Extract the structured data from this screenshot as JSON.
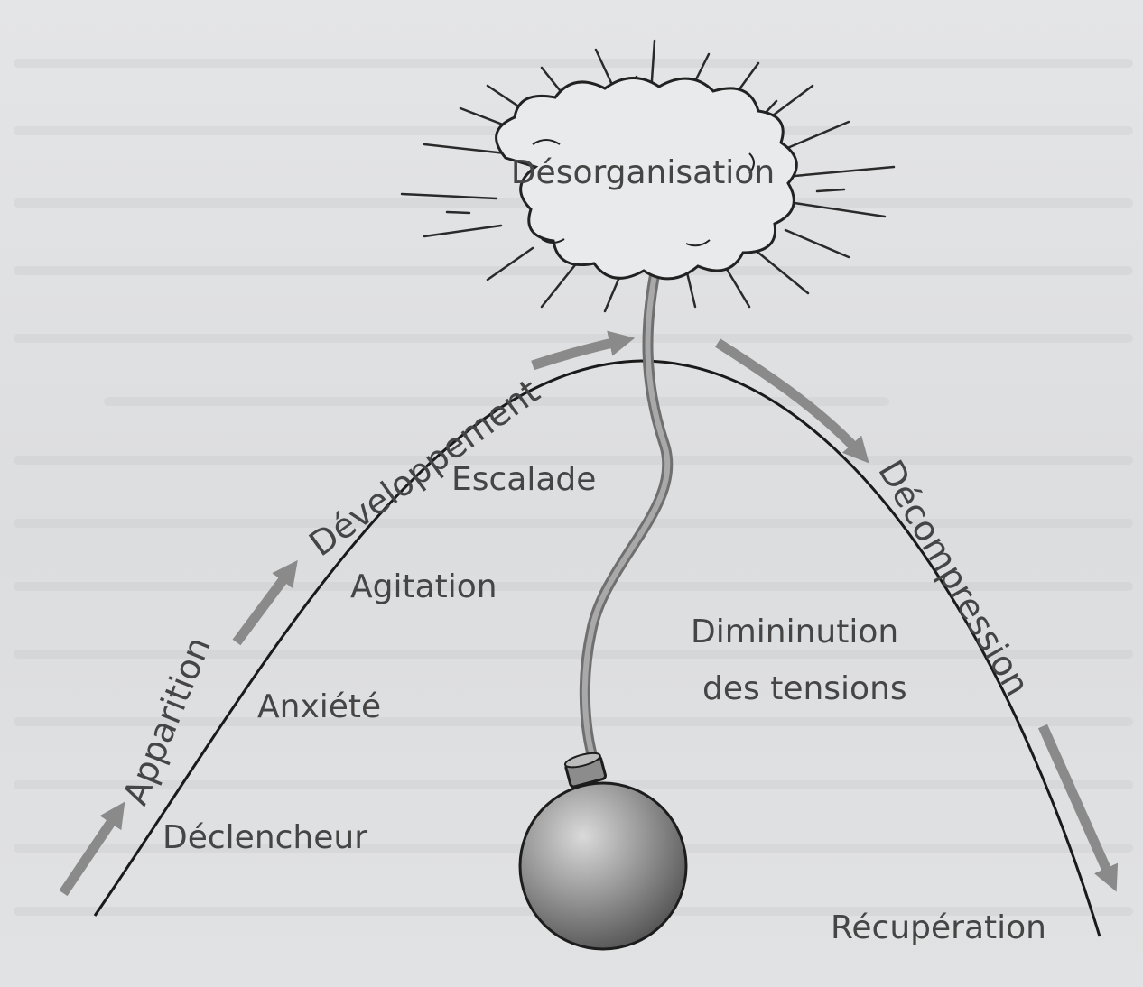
{
  "diagram": {
    "climax": "Désorganisation",
    "phases": {
      "rise_start": "Apparition",
      "rise": "Développement",
      "fall": "Décompression"
    },
    "stages": {
      "trigger": "Déclencheur",
      "anxiety": "Anxiété",
      "agitation": "Agitation",
      "escalation": "Escalade",
      "decrease_line1": "Dimininution",
      "decrease_line2": "des tensions",
      "recovery": "Récupération"
    },
    "icons": {
      "peak": "explosion-icon",
      "bomb": "bomb-icon",
      "arrows": "arrow-icon"
    },
    "colors": {
      "curve": "#1a1a1a",
      "arrow": "#8a8a8a",
      "text": "#454545",
      "background": "#dfe0e1"
    }
  }
}
